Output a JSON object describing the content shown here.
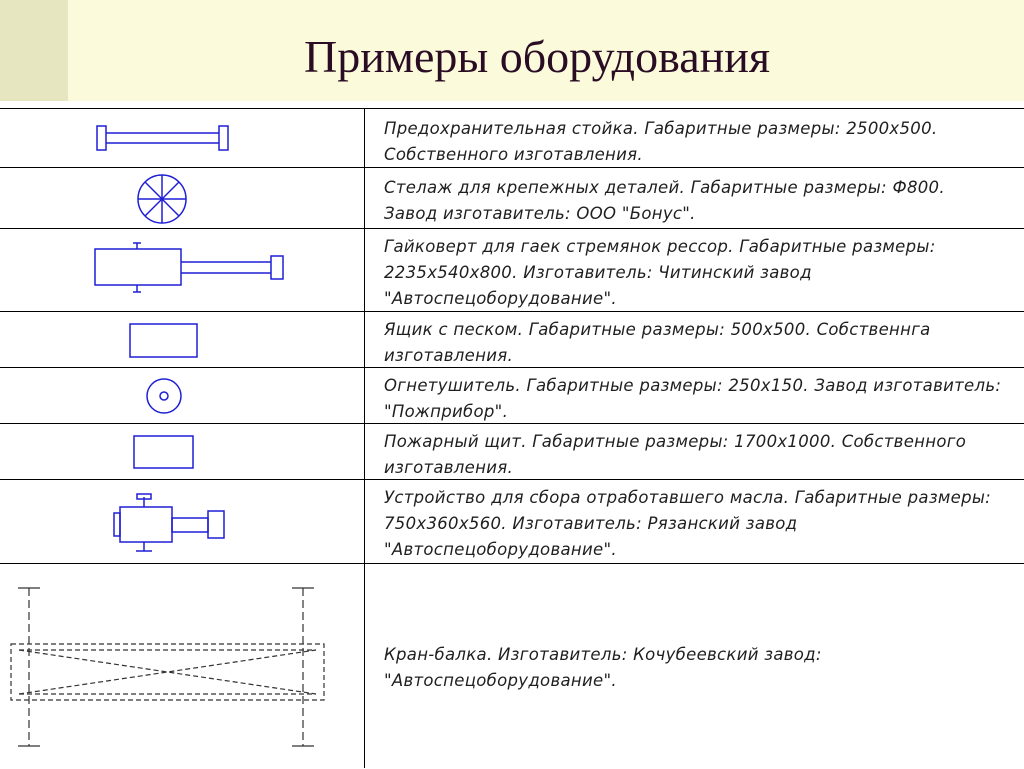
{
  "slide": {
    "title": "Примеры оборудования"
  },
  "items": [
    {
      "icon": "guard-post-icon",
      "description": "Предохранительная стойка. Габаритные размеры: 2500х500.\nСобственного изготавления."
    },
    {
      "icon": "rack-icon",
      "description": "Стелаж для крепежных деталей. Габаритные размеры: Ф800.\nЗавод изготавитель: ООО \"Бонус\"."
    },
    {
      "icon": "wrench-machine-icon",
      "description": "Гайковерт для гаек стремянок рессор. Габаритные размеры:\n2235х540х800. Изготавитель: Читинский завод\n\"Автоспецоборудование\"."
    },
    {
      "icon": "sand-box-icon",
      "description": "Ящик с песком. Габаритные размеры: 500х500. Собственнга\nизготавления."
    },
    {
      "icon": "fire-extinguisher-icon",
      "description": "Огнетушитель. Габаритные размеры: 250х150. Завод изготавитель:\n\"Пожприбор\"."
    },
    {
      "icon": "fire-board-icon",
      "description": "Пожарный щит. Габаритные размеры: 1700х1000. Собственного\nизготавления."
    },
    {
      "icon": "oil-collector-icon",
      "description": "Устройство для сбора отработавшего масла. Габаритные размеры:\n750х360х560. Изготавитель: Рязанский завод\n\"Автоспецоборудование\"."
    },
    {
      "icon": "crane-beam-icon",
      "description": "Кран-балка. Изготавитель: Кочубеевский завод:\n\"Автоспецоборудование\"."
    }
  ],
  "colors": {
    "symbol": "#1f1fd6",
    "crane_symbol": "#333333",
    "title": "#2a0d24",
    "header_bg": "#fbfbdc"
  }
}
